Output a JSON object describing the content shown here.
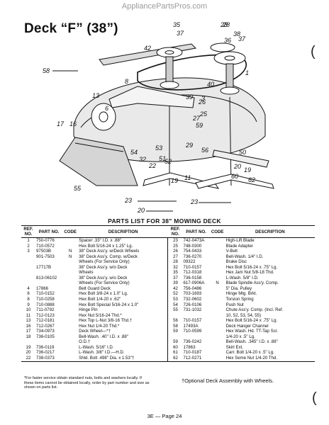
{
  "watermark": "AppliancePartsPros.com",
  "deck_title": "Deck “F” (38”)",
  "margin_marks": [
    "(",
    "("
  ],
  "callouts": [
    "35",
    "37",
    "28",
    "42",
    "58",
    "8",
    "17",
    "16",
    "13",
    "6",
    "36",
    "38",
    "37",
    "1",
    "39",
    "3",
    "40",
    "26",
    "27",
    "59",
    "25",
    "54",
    "32",
    "53",
    "51",
    "52",
    "56",
    "50",
    "11",
    "22",
    "29",
    "20",
    "60",
    "19",
    "19",
    "62",
    "55",
    "23",
    "23",
    "20",
    "28"
  ],
  "parts_title": "PARTS LIST FOR 38\" MOWING DECK",
  "columns": {
    "ref": "REF. NO.",
    "part": "PART NO.",
    "code": "CODE",
    "desc": "DESCRIPTION"
  },
  "rows": [
    {
      "l": {
        "ref": "1",
        "part": "750-0776",
        "code": "",
        "desc": "Spacer .33\" I.D. x .88\""
      },
      "r": {
        "ref": "23",
        "part": "742-0473A",
        "code": "",
        "desc": "High-Lift Blade"
      }
    },
    {
      "l": {
        "ref": "2",
        "part": "710-0572",
        "code": "",
        "desc": "Hex Bolt 5/16-24 x 1.25\" Lg."
      },
      "r": {
        "ref": "25",
        "part": "748-0300",
        "code": "",
        "desc": "Blade Adapter"
      }
    },
    {
      "l": {
        "ref": "3",
        "part": "97503B",
        "code": "N",
        "desc": "38\" Deck Ass'y. w/Deck Wheels"
      },
      "r": {
        "ref": "26",
        "part": "754-0433",
        "code": "",
        "desc": "V-Belt"
      }
    },
    {
      "l": {
        "ref": "",
        "part": "901-7503",
        "code": "N",
        "desc": "38\" Deck Ass'y. Comp. w/Deck"
      },
      "r": {
        "ref": "27",
        "part": "736-0270",
        "code": "",
        "desc": "Bell-Wash. 1/4\" I.D."
      }
    },
    {
      "l": {
        "ref": "",
        "part": "",
        "code": "",
        "desc": "Wheels (For Service Only)"
      },
      "r": {
        "ref": "28",
        "part": "09322",
        "code": "",
        "desc": "Brake Disc"
      }
    },
    {
      "l": {
        "ref": "",
        "part": "17717B",
        "code": "",
        "desc": "38\" Deck Ass'y. w/o Deck"
      },
      "r": {
        "ref": "32",
        "part": "710-0157",
        "code": "",
        "desc": "Hex Bolt 5/16-24 x .75\" Lg."
      }
    },
    {
      "l": {
        "ref": "",
        "part": "",
        "code": "",
        "desc": "Wheels"
      },
      "r": {
        "ref": "35",
        "part": "712-0318",
        "code": "",
        "desc": "Hex Jam Nut 5/8-18 Thd."
      }
    },
    {
      "l": {
        "ref": "",
        "part": "813-06102",
        "code": "",
        "desc": "38\" Deck Ass'y. w/o Deck"
      },
      "r": {
        "ref": "37",
        "part": "736-0158",
        "code": "",
        "desc": "L-Wash. 5/8\" I.D."
      }
    },
    {
      "l": {
        "ref": "",
        "part": "",
        "code": "",
        "desc": "Wheels (For Service Only)"
      },
      "r": {
        "ref": "39",
        "part": "617-0906A",
        "code": "N",
        "desc": "Blade Spindle Ass'y. Comp."
      }
    },
    {
      "l": {
        "ref": "4",
        "part": "17866",
        "code": "",
        "desc": "Belt Guard Deck"
      },
      "r": {
        "ref": "42",
        "part": "756-0486",
        "code": "",
        "desc": "5\" Dia. Pulley"
      }
    },
    {
      "l": {
        "ref": "6",
        "part": "710-0152",
        "code": "",
        "desc": "Hex Bolt 3/8-24 x 1.0\" Lg."
      },
      "r": {
        "ref": "52",
        "part": "703-1693",
        "code": "",
        "desc": "Hinge Mtg. Brkt."
      }
    },
    {
      "l": {
        "ref": "8",
        "part": "710-0258",
        "code": "",
        "desc": "Hex Bolt 1/4-20 x .62\""
      },
      "r": {
        "ref": "53",
        "part": "732-0602",
        "code": "",
        "desc": "Torsion Spring"
      }
    },
    {
      "l": {
        "ref": "9",
        "part": "710-0888",
        "code": "",
        "desc": "Hex Bolt Special 5/16-24 x 1.0\""
      },
      "r": {
        "ref": "54",
        "part": "726-0106",
        "code": "",
        "desc": "Push Nut"
      }
    },
    {
      "l": {
        "ref": "10",
        "part": "711-0792",
        "code": "",
        "desc": "Hinge Pin"
      },
      "r": {
        "ref": "55",
        "part": "731-1032",
        "code": "",
        "desc": "Chute Ass'y. Comp. (Incl. Ref."
      }
    },
    {
      "l": {
        "ref": "11",
        "part": "712-0123",
        "code": "",
        "desc": "Hex Nut 5/16-24 Thd.*"
      },
      "r": {
        "ref": "",
        "part": "",
        "code": "",
        "desc": "10, 52, 53, 54, 55)"
      }
    },
    {
      "l": {
        "ref": "13",
        "part": "712-0181",
        "code": "",
        "desc": "Hex Top L-Nut 3/8-16 Thd.†"
      },
      "r": {
        "ref": "56",
        "part": "710-0157",
        "code": "",
        "desc": "Hex Bolt 5/16-24 x .75\" Lg."
      }
    },
    {
      "l": {
        "ref": "16",
        "part": "712-0267",
        "code": "",
        "desc": "Hex Nut 1/4-20 Thd.*"
      },
      "r": {
        "ref": "58",
        "part": "17493A",
        "code": "",
        "desc": "Deck Hanger Channel"
      }
    },
    {
      "l": {
        "ref": "17",
        "part": "734-0973",
        "code": "",
        "desc": "Deck Wheel—*†"
      },
      "r": {
        "ref": "59",
        "part": "710-0599",
        "code": "",
        "desc": "Hex Wash. Hd. TT-Tap Scr."
      }
    },
    {
      "l": {
        "ref": "18",
        "part": "736-0105",
        "code": "",
        "desc": "Bell-Wash. .40\" I.D. x .88\""
      },
      "r": {
        "ref": "",
        "part": "",
        "code": "",
        "desc": "1/4-20 x .5\" Lg."
      }
    },
    {
      "l": {
        "ref": "",
        "part": "",
        "code": "",
        "desc": "O.D.†"
      },
      "r": {
        "ref": "59",
        "part": "736-0242",
        "code": "",
        "desc": "Bell-Wash. .345\" I.D. x .88\""
      }
    },
    {
      "l": {
        "ref": "19",
        "part": "736-0119",
        "code": "",
        "desc": "L-Wash. 5/16\" I.D."
      },
      "r": {
        "ref": "60",
        "part": "17863",
        "code": "",
        "desc": "Skirt Ext."
      }
    },
    {
      "l": {
        "ref": "20",
        "part": "736-0217",
        "code": "",
        "desc": "L-Wash. 3/8\" I.D.—H.D."
      },
      "r": {
        "ref": "61",
        "part": "710-0187",
        "code": "",
        "desc": "Carr. Bolt 1/4-20 x .5\" Lg."
      }
    },
    {
      "l": {
        "ref": "22",
        "part": "738-0373",
        "code": "",
        "desc": "Shld. Bolt .498\" Dia. x 1.53\"†"
      },
      "r": {
        "ref": "62",
        "part": "712-0271",
        "code": "",
        "desc": "Hex Seme Nut 1/4-20 Thd."
      }
    }
  ],
  "footnote": "*For faster service obtain standard nuts, bolts and washers locally. If these items cannot be obtained locally, order by part number and size as shown on parts list.",
  "optional_note": "†Optional Deck Assembly with Wheels.",
  "page_number": "3E — Page 24"
}
